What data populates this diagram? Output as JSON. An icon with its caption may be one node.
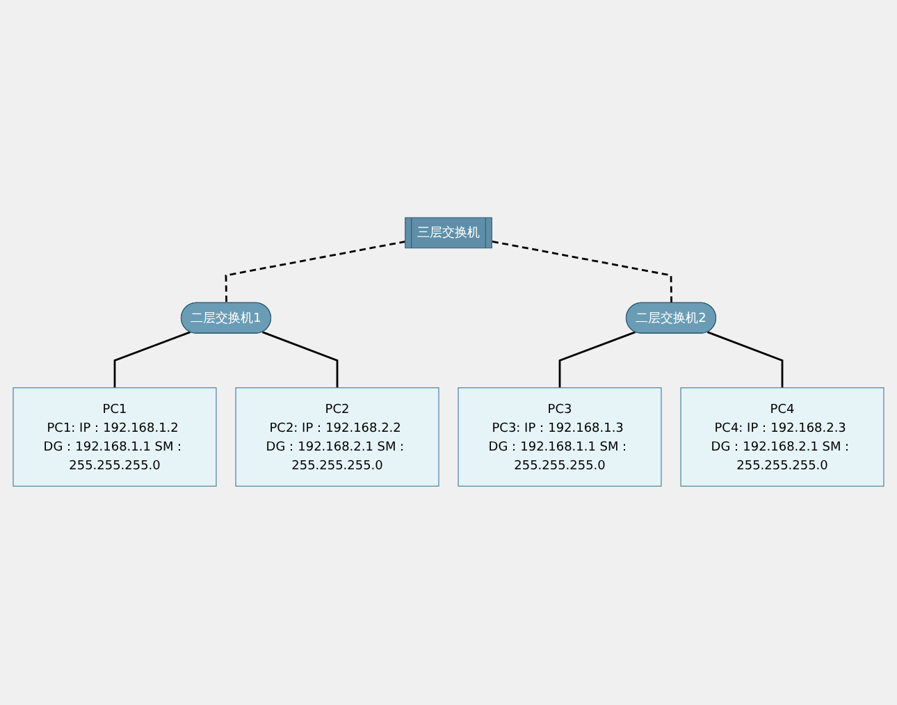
{
  "diagram": {
    "nodes": [
      {
        "text": [
          "三层交换机"
        ]
      },
      {
        "text": [
          "二层交换机1"
        ]
      },
      {
        "text": [
          "二层交换机2"
        ]
      },
      {
        "text": [
          "PC1",
          "PC1: IP：192.168.1.2 DG：192.168.1.1 SM：255.255.255.0"
        ]
      },
      {
        "text": [
          "PC2",
          "PC2: IP：192.168.2.2 DG：192.168.2.1 SM：255.255.255.0"
        ]
      },
      {
        "text": [
          "PC3",
          "PC3: IP：192.168.1.3 DG：192.168.1.1 SM：255.255.255.0"
        ]
      },
      {
        "text": [
          "PC4",
          "PC4: IP：192.168.2.3 DG：192.168.2.1 SM：255.255.255.0"
        ]
      }
    ],
    "edges": [
      {
        "from": 0,
        "to": 1,
        "arrow": "none",
        "style": "dashed"
      },
      {
        "from": 0,
        "to": 2,
        "arrow": "none",
        "style": "dashed"
      },
      {
        "from": 1,
        "to": 3,
        "arrow": "none"
      },
      {
        "from": 1,
        "to": 4,
        "arrow": "none"
      },
      {
        "from": 2,
        "to": 5,
        "arrow": "none"
      },
      {
        "from": 2,
        "to": 6,
        "arrow": "none"
      }
    ]
  }
}
